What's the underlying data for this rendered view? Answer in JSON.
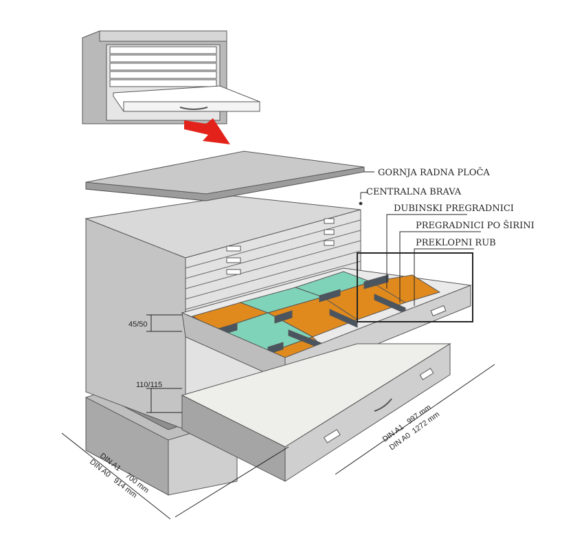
{
  "labels": {
    "top_plate": "GORNJA RADNA PLOČA",
    "central_lock": "CENTRALNA BRAVA",
    "depth_dividers": "DUBINSKI PREGRADNICI",
    "width_dividers": "PREGRADNICI PO ŠIRINI",
    "flap_edge": "PREKLOPNI RUB"
  },
  "dimensions": {
    "drawer_height": "45/50",
    "bottom_drawer_height": "110/115",
    "width_a1": "DIN A1   997 mm",
    "width_a0": "DIN A0  1272 mm",
    "depth_a1": "DIN A1    700 mm",
    "depth_a0": "DIN A0   914 mm"
  },
  "colors": {
    "metal": "#c8c8c8",
    "metal_dark": "#9a9a9a",
    "orange": "#e08a1e",
    "green": "#7fd3b8",
    "divider": "#4a5560",
    "arrow": "#e3231b"
  }
}
